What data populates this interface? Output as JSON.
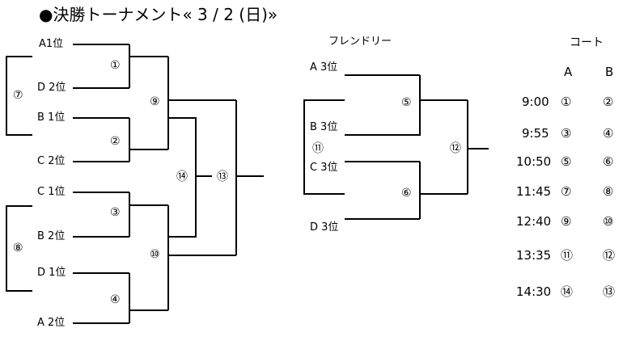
{
  "title": "●決勝トーナメント« 3 / 2 (日)»",
  "main": {
    "teams": [
      "A1位",
      "D 2位",
      "B 1位",
      "C 2位",
      "C 1位",
      "B 2位",
      "D 1位",
      "A 2位"
    ],
    "matches": {
      "m1": "①",
      "m2": "②",
      "m3": "③",
      "m4": "④",
      "m7": "⑦",
      "m8": "⑧",
      "m9": "⑨",
      "m10": "⑩",
      "m13": "⑬",
      "m14": "⑭"
    }
  },
  "friendly": {
    "title": "フレンドリー",
    "teams": [
      "A 3位",
      "B 3位",
      "C 3位",
      "D 3位"
    ],
    "matches": {
      "m5": "⑤",
      "m6": "⑥",
      "m11": "⑪",
      "m12": "⑫"
    }
  },
  "schedule": {
    "court_header": "コート",
    "col_a": "A",
    "col_b": "B",
    "rows": [
      {
        "time": "9:00",
        "a": "①",
        "b": "②"
      },
      {
        "time": "9:55",
        "a": "③",
        "b": "④"
      },
      {
        "time": "10:50",
        "a": "⑤",
        "b": "⑥"
      },
      {
        "time": "11:45",
        "a": "⑦",
        "b": "⑧"
      },
      {
        "time": "12:40",
        "a": "⑨",
        "b": "⑩"
      },
      {
        "time": "13:35",
        "a": "⑪",
        "b": "⑫"
      },
      {
        "time": "14:30",
        "a": "⑭",
        "b": "⑬"
      }
    ]
  }
}
